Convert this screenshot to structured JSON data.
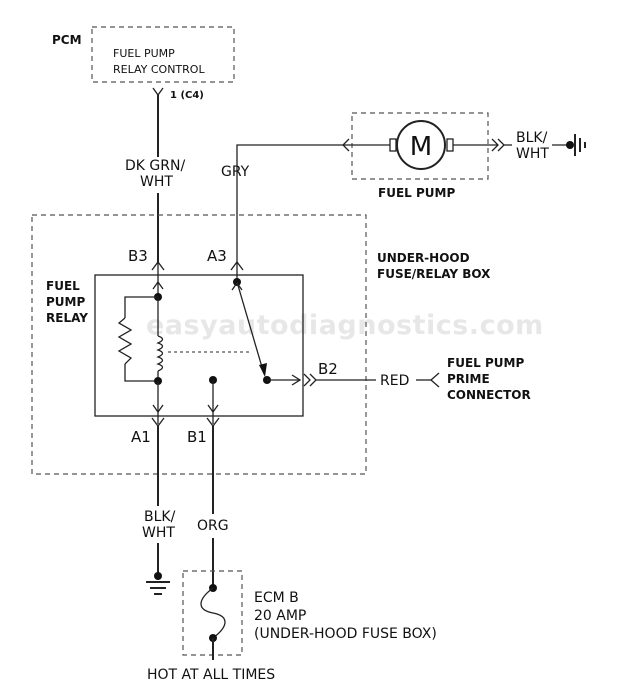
{
  "pcm": {
    "title": "PCM",
    "line1": "FUEL PUMP",
    "line2": "RELAY CONTROL",
    "pin": "1 (C4)"
  },
  "wires": {
    "dkgrn_1": "DK GRN/",
    "dkgrn_2": "WHT",
    "gry": "GRY",
    "blk_top_1": "BLK/",
    "blk_top_2": "WHT",
    "red": "RED",
    "blk_bot_1": "BLK/",
    "blk_bot_2": "WHT",
    "org": "ORG"
  },
  "fuel_pump": {
    "label": "FUEL PUMP",
    "motor_symbol": "M"
  },
  "fuse_box": {
    "line1": "UNDER-HOOD",
    "line2": "FUSE/RELAY BOX"
  },
  "relay": {
    "line1": "FUEL",
    "line2": "PUMP",
    "line3": "RELAY",
    "pins": {
      "b3": "B3",
      "a3": "A3",
      "b2": "B2",
      "a1": "A1",
      "b1": "B1"
    }
  },
  "prime_connector": {
    "line1": "FUEL PUMP",
    "line2": "PRIME",
    "line3": "CONNECTOR"
  },
  "fuse": {
    "line1": "ECM B",
    "line2": "20 AMP",
    "line3": "(UNDER-HOOD FUSE BOX)"
  },
  "hot_label": "HOT AT ALL TIMES",
  "watermark": "easyautodiagnostics.com",
  "icons": [
    "ground-icon",
    "motor-icon",
    "coil-icon",
    "resistor-icon",
    "fuse-icon",
    "connector-icon"
  ]
}
